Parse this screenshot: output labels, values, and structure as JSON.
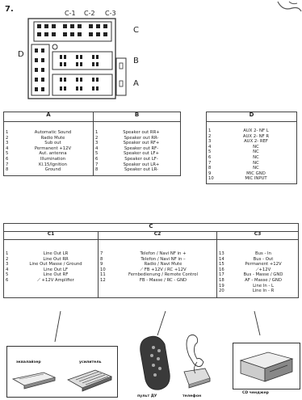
{
  "figure_number": "7.",
  "connector": {
    "col_labels": [
      "C-1",
      "C-2",
      "C-3"
    ],
    "block_labels": [
      "C",
      "B",
      "A",
      "D"
    ]
  },
  "table_a": {
    "header": "A",
    "numbers": [
      "1",
      "2",
      "3",
      "4",
      "5",
      "6",
      "7",
      "8"
    ],
    "items": [
      "Automatic Sound",
      "Radio Mute",
      "Sub out",
      "Permanent +12V",
      "Aut. antenna",
      "Illumination",
      "Kl.15/Ignition",
      "Ground"
    ]
  },
  "table_b": {
    "header": "B",
    "numbers": [
      "1",
      "2",
      "3",
      "4",
      "5",
      "6",
      "7",
      "8"
    ],
    "items": [
      "Speaker out RR+",
      "Speaker out RR-",
      "Speaker out RF+",
      "Speaker out RF-",
      "Speaker out LF+",
      "Speaker out LF-",
      "Speaker out LR+",
      "Speaker out LR-"
    ]
  },
  "table_d": {
    "header": "D",
    "numbers": [
      "1",
      "2",
      "3",
      "4",
      "5",
      "6",
      "7",
      "8",
      "9",
      "10"
    ],
    "items": [
      "AUX 2- NF L",
      "AUX 2- NF R",
      "AUX 2- REF",
      "NC",
      "NC",
      "NC",
      "NC",
      "NC",
      "MIC GND",
      "MIC INPUT"
    ]
  },
  "table_c": {
    "header": "C",
    "c1": {
      "header": "C1",
      "numbers": [
        "1",
        "2",
        "3",
        "4",
        "5",
        "6"
      ],
      "items": [
        "Line Out LR",
        "Line Out RR",
        "Line Out Masse / Ground",
        "Line Out LF",
        "Line Out RF",
        "+12V Amplifier"
      ]
    },
    "c2": {
      "header": "C2",
      "numbers": [
        "7",
        "8",
        "9",
        "10",
        "11",
        "12"
      ],
      "items": [
        "Telefon / Navi NF  in +",
        "Telefon / Navi NF  in –",
        "Radio / Navi Mute",
        "FB +12V  / RC +12V",
        "Fernbedienung / Remote Control",
        "FB - Masse / RC - GND"
      ]
    },
    "c3": {
      "header": "C3",
      "numbers": [
        "13",
        "14",
        "15",
        "16",
        "17",
        "18",
        "19",
        "20"
      ],
      "items": [
        "Bus - In",
        "Bus - Out",
        "Permanent +12V",
        "+12V",
        "Bus - Masse / GND",
        "AF - Masse / GND",
        "Line In - L",
        "Line In - R"
      ]
    }
  },
  "devices": {
    "equalizer": "эквалайзер",
    "amplifier": "усилитель",
    "remote": "пульт ДУ",
    "phone": "телефон",
    "cd_changer": "CD ченджер"
  }
}
